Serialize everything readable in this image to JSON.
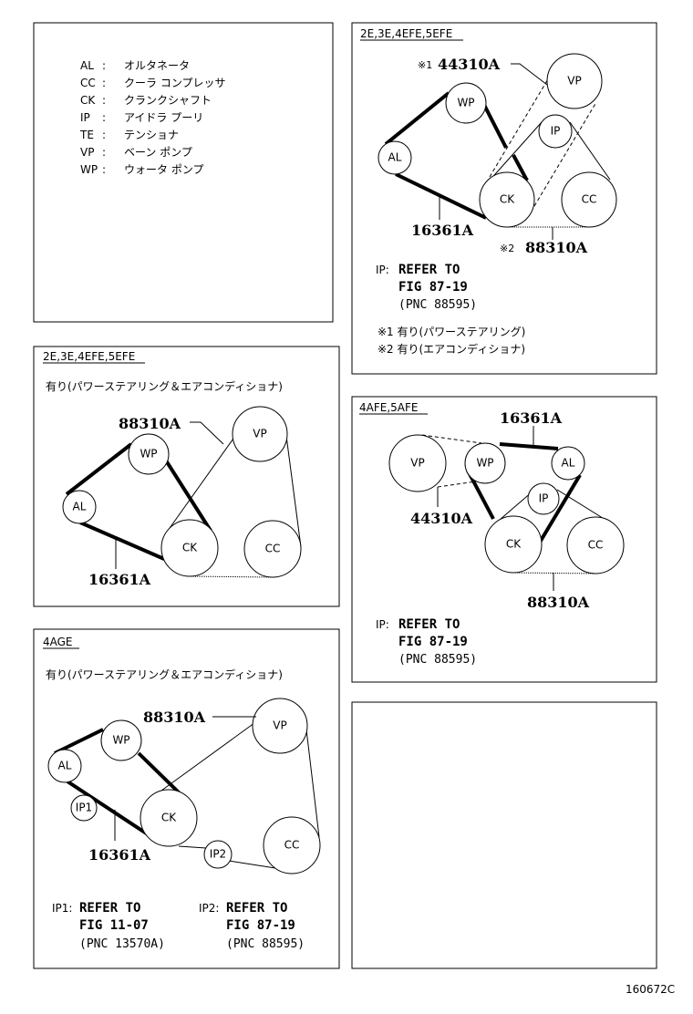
{
  "legend": [
    {
      "code": "AL",
      "name": "オルタネータ"
    },
    {
      "code": "CC",
      "name": "クーラ コンプレッサ"
    },
    {
      "code": "CK",
      "name": "クランクシャフト"
    },
    {
      "code": "IP",
      "name": "アイドラ プーリ"
    },
    {
      "code": "TE",
      "name": "テンショナ"
    },
    {
      "code": "VP",
      "name": "ベーン ポンプ"
    },
    {
      "code": "WP",
      "name": "ウォータ ポンプ"
    }
  ],
  "legend_sep": ":",
  "pulleys": {
    "AL": "AL",
    "CC": "CC",
    "CK": "CK",
    "IP": "IP",
    "VP": "VP",
    "WP": "WP",
    "IP1": "IP1",
    "IP2": "IP2"
  },
  "panel_a": {
    "header": "2E,3E,4EFE,5EFE",
    "mark1": "※1",
    "part1": "44310A",
    "part2": "16361A",
    "mark2": "※2",
    "part3": "88310A",
    "ip_prefix": "IP:",
    "ref": [
      "REFER TO",
      "FIG 87-19",
      "(PNC 88595)"
    ],
    "notes": [
      "※1 有り(パワーステアリング)",
      "※2 有り(エアコンディショナ)"
    ]
  },
  "panel_b": {
    "header": "2E,3E,4EFE,5EFE",
    "subtitle": "有り(パワーステアリング＆エアコンディショナ)",
    "part1": "88310A",
    "part2": "16361A"
  },
  "panel_c": {
    "header": "4AFE,5AFE",
    "part1": "16361A",
    "part2": "44310A",
    "part3": "88310A",
    "ip_prefix": "IP:",
    "ref": [
      "REFER TO",
      "FIG 87-19",
      "(PNC 88595)"
    ]
  },
  "panel_d": {
    "header": "4AGE",
    "subtitle": "有り(パワーステアリング＆エアコンディショナ)",
    "part1": "88310A",
    "part2": "16361A",
    "ip1_prefix": "IP1:",
    "ref1": [
      "REFER TO",
      "FIG 11-07",
      "(PNC 13570A)"
    ],
    "ip2_prefix": "IP2:",
    "ref2": [
      "REFER TO",
      "FIG 87-19",
      "(PNC 88595)"
    ]
  },
  "figure_code": "160672C"
}
